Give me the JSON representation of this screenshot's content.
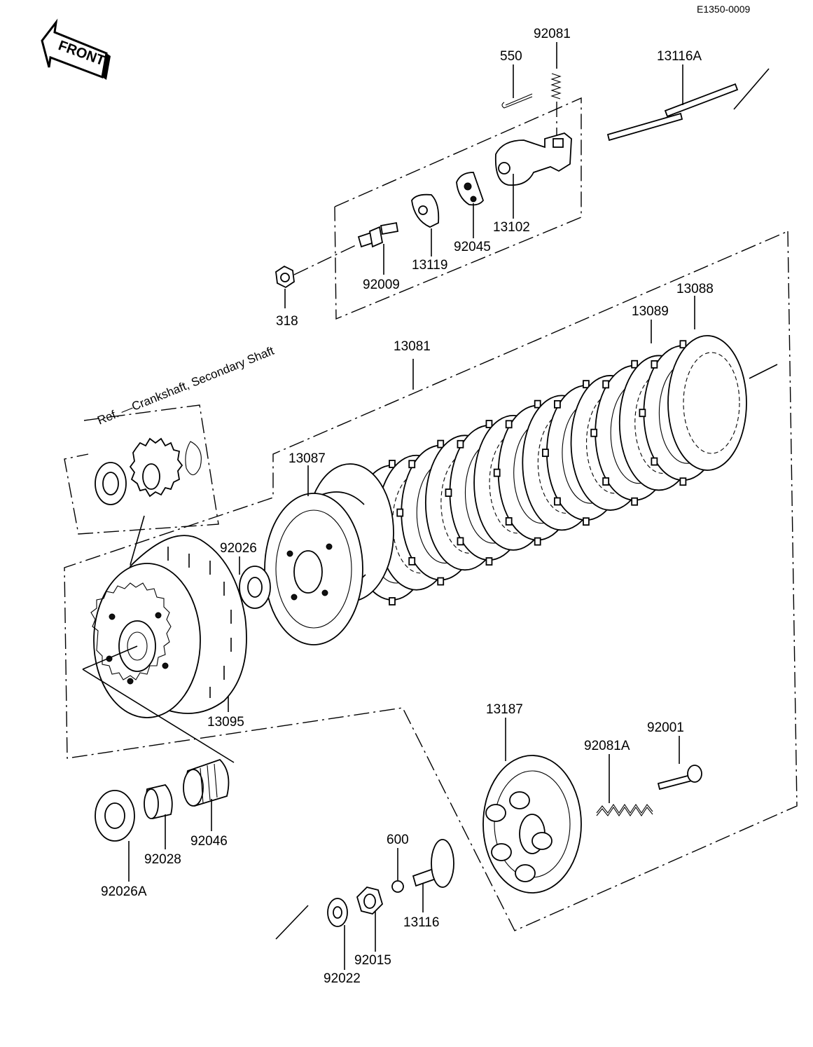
{
  "diagram": {
    "drawing_code": "E1350-0009",
    "front_label": "FRONT",
    "reference_note": "Ref. —Crankshaft, Secondary Shaft",
    "parts": {
      "p92081": "92081",
      "p550": "550",
      "p13116A": "13116A",
      "p13102": "13102",
      "p92045": "92045",
      "p13119": "13119",
      "p92009": "92009",
      "p318": "318",
      "p13088": "13088",
      "p13089": "13089",
      "p13081": "13081",
      "p13087": "13087",
      "p92026": "92026",
      "p13095": "13095",
      "p13187": "13187",
      "p92001": "92001",
      "p92081A": "92081A",
      "p92026A": "92026A",
      "p92028": "92028",
      "p92046": "92046",
      "p600": "600",
      "p13116": "13116",
      "p92015": "92015",
      "p92022": "92022"
    }
  }
}
